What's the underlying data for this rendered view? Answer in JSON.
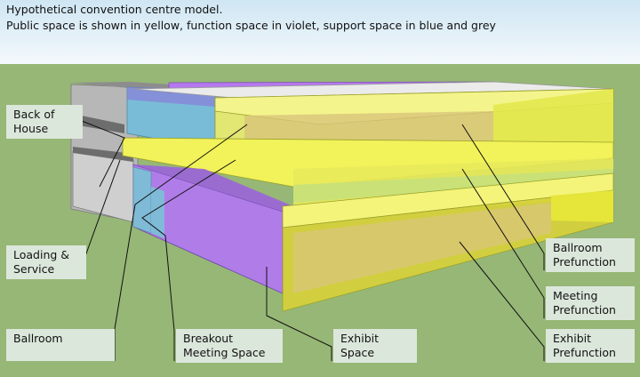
{
  "caption": {
    "line1": "Hypothetical convention centre model.",
    "line2": "Public space is shown in yellow, function space in violet, support space in blue and grey"
  },
  "labels": {
    "back_of_house": [
      "Back of",
      "House"
    ],
    "loading_service": [
      "Loading &",
      "Service"
    ],
    "ballroom": [
      "Ballroom"
    ],
    "breakout_meeting": [
      "Breakout",
      "Meeting Space"
    ],
    "exhibit_space": [
      "Exhibit",
      "Space"
    ],
    "ballroom_prefunction": [
      "Ballroom",
      "Prefunction"
    ],
    "meeting_prefunction": [
      "Meeting",
      "Prefunction"
    ],
    "exhibit_prefunction": [
      "Exhibit",
      "Prefunction"
    ]
  },
  "legend_colors": {
    "public_space": "#e6e64a",
    "function_space": "#a877e8",
    "support_blue": "#6fb7d3",
    "support_grey": "#b5b5b5"
  },
  "background": {
    "sky_top": "#cfe6f3",
    "sky_bottom": "#ffffff",
    "ground": "#96b776"
  }
}
